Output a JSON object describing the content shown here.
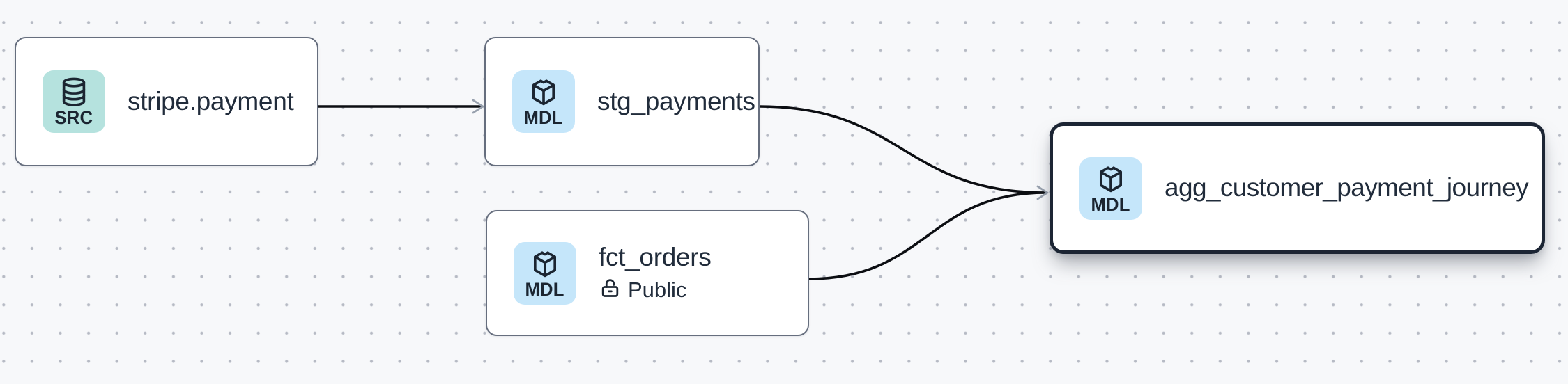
{
  "canvas": {
    "background_color": "#f7f8fa",
    "grid_dot_color": "#b6bac4",
    "edge_color": "#0c0e12",
    "arrowhead_color": "#98a1ae",
    "node_border_color": "#666e7e",
    "selected_node_border_color": "#1c2534"
  },
  "nodes": [
    {
      "title": "stripe.payment",
      "badge_label": "SRC",
      "badge_icon": "database-icon",
      "badge_color": "#b5e2de",
      "selected": false
    },
    {
      "title": "stg_payments",
      "badge_label": "MDL",
      "badge_icon": "cube-icon",
      "badge_color": "#c5e6fa",
      "selected": false
    },
    {
      "title": "fct_orders",
      "badge_label": "MDL",
      "badge_icon": "cube-icon",
      "badge_color": "#c5e6fa",
      "access_label": "Public",
      "access_icon": "unlock-icon",
      "selected": false
    },
    {
      "title": "agg_customer_payment_journey",
      "badge_label": "MDL",
      "badge_icon": "cube-icon",
      "badge_color": "#c5e6fa",
      "selected": true
    }
  ],
  "edges": [
    {
      "from": "stripe.payment",
      "to": "stg_payments"
    },
    {
      "from": "stg_payments",
      "to": "agg_customer_payment_journey"
    },
    {
      "from": "fct_orders",
      "to": "agg_customer_payment_journey"
    }
  ]
}
